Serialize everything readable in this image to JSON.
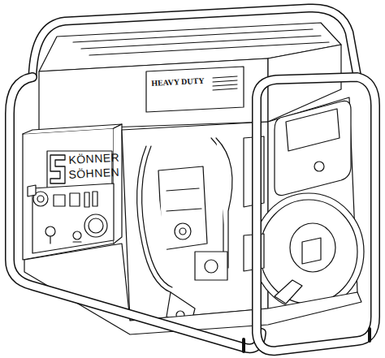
{
  "diagram": {
    "labels": [
      "HEAVY DUTY",
      "KÖNNER",
      "SÖHNEN"
    ]
  }
}
